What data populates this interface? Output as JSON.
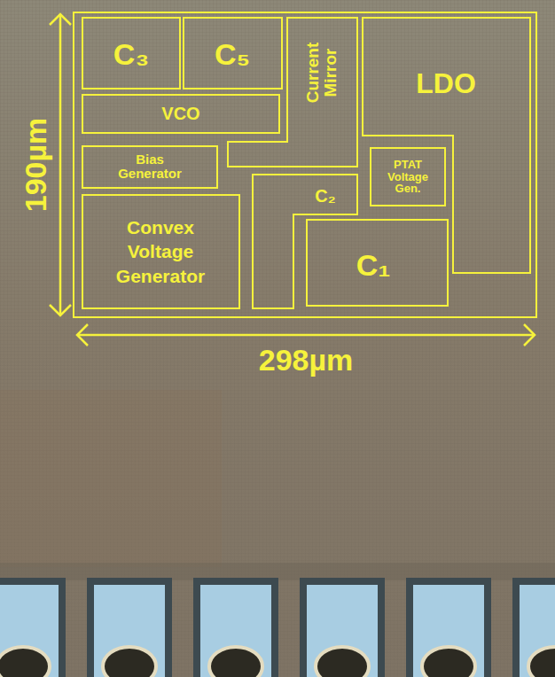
{
  "diagram": {
    "nodes": [
      {
        "text": [
          "C₃"
        ]
      },
      {
        "text": [
          "C₅"
        ]
      },
      {
        "text": [
          "Current Mirror"
        ]
      },
      {
        "text": [
          "LDO"
        ]
      },
      {
        "text": [
          "VCO"
        ]
      },
      {
        "text": [
          "Bias Generator"
        ]
      },
      {
        "text": [
          "C₂"
        ]
      },
      {
        "text": [
          "PTAT Voltage Gen."
        ]
      },
      {
        "text": [
          "Convex Voltage Generator"
        ]
      },
      {
        "text": [
          "C₁"
        ]
      }
    ],
    "labels": [
      "190µm",
      "298µm"
    ]
  }
}
